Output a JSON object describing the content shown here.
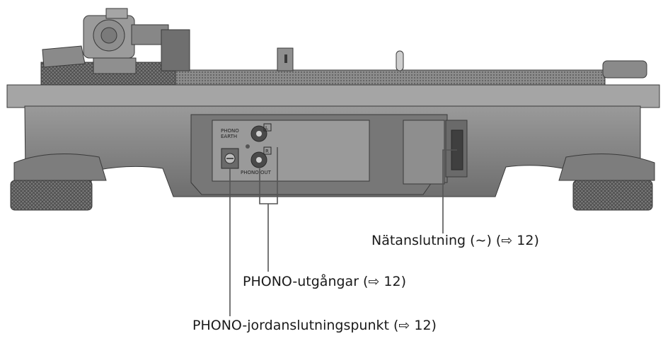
{
  "panel": {
    "phono_label_line1": "PHONO",
    "phono_label_line2": "EARTH",
    "phono_out_label": "PHONO OUT",
    "channel_left": "L",
    "channel_right": "R"
  },
  "callouts": {
    "power": "Nätanslutning (∼) (⇨ 12)",
    "phono_outputs": "PHONO-utgångar (⇨ 12)",
    "phono_earth": "PHONO-jordanslutningspunkt (⇨ 12)"
  },
  "colors": {
    "body_dark": "#6e6e6e",
    "body_mid": "#8a8a8a",
    "body_light": "#a9a9a9",
    "outline": "#3a3a3a",
    "leader": "#555555"
  }
}
